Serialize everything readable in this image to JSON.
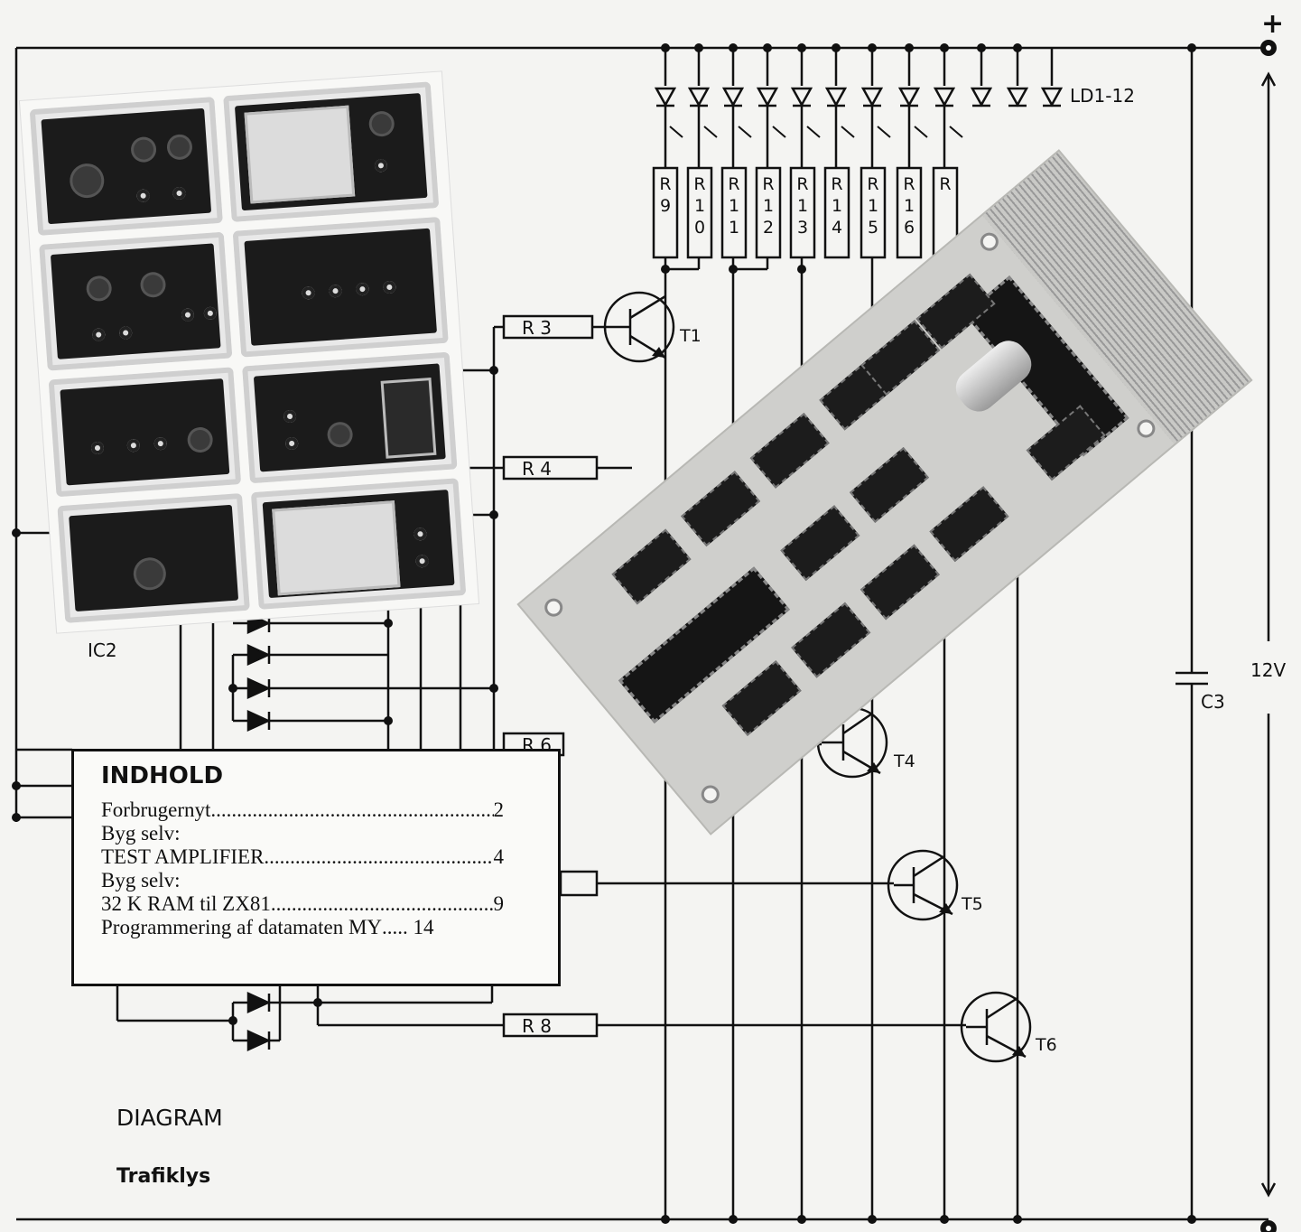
{
  "schematic": {
    "ic_label": "IC2",
    "led_label": "LD1-12",
    "voltage_label": "12V",
    "plus_symbol": "+",
    "capacitor_label": "C3",
    "resistors_top": [
      [
        "R",
        "9"
      ],
      [
        "R",
        "1",
        "0"
      ],
      [
        "R",
        "1",
        "1"
      ],
      [
        "R",
        "1",
        "2"
      ],
      [
        "R",
        "1",
        "3"
      ],
      [
        "R",
        "1",
        "4"
      ],
      [
        "R",
        "1",
        "5"
      ],
      [
        "R",
        "1",
        "6"
      ],
      [
        "R"
      ]
    ],
    "resistors_side": [
      "R 3",
      "R 4",
      "R 6",
      "R 8"
    ],
    "transistors": [
      "T1",
      "T4",
      "T5",
      "T6"
    ]
  },
  "contents": {
    "title": "INDHOLD",
    "items": [
      {
        "title": "Forbrugernyt",
        "page": "2"
      },
      {
        "heading": "Byg selv:"
      },
      {
        "title": "TEST AMPLIFIER",
        "page": "4"
      },
      {
        "heading": "Byg selv:"
      },
      {
        "title": "32 K RAM til ZX81",
        "page": "9"
      },
      {
        "title": "Programmering af datamaten MY",
        "page": "14"
      }
    ]
  },
  "caption": {
    "title": "DIAGRAM",
    "subtitle": "Trafiklys"
  }
}
